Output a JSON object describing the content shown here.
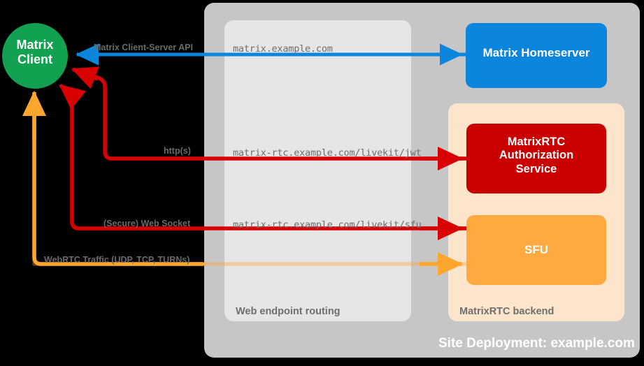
{
  "diagram": {
    "title": "Site Deployment: example.com",
    "nodes": {
      "client": "Matrix\nClient",
      "client_line1": "Matrix",
      "client_line2": "Client",
      "homeserver": "Matrix Homeserver",
      "auth_line1": "MatrixRTC",
      "auth_line2": "Authorization",
      "auth_line3": "Service",
      "sfu": "SFU"
    },
    "groups": {
      "web_routing": "Web endpoint routing",
      "rtc_backend": "MatrixRTC backend"
    },
    "endpoints": [
      "matrix.example.com",
      "matrix-rtc.example.com/livekit/jwt",
      "matrix-rtc.example.com/livekit/sfu"
    ],
    "edge_labels": [
      "Matrix Client-Server API",
      "http(s)",
      "(Secure) Web Socket",
      "WebRTC Traffic (UDP, TCP, TURNs)"
    ],
    "colors": {
      "background": "#000000",
      "site_panel": "#c6c6c6",
      "routing_panel": "#e6e6e6",
      "rtc_panel": "#fde5cb",
      "client_green": "#12a150",
      "homeserver_blue": "#0c85dd",
      "auth_red": "#ca0000",
      "sfu_orange": "#ffaa40",
      "webrtc_orange": "#ffa62e",
      "label_grey": "#6e6e6e"
    }
  }
}
